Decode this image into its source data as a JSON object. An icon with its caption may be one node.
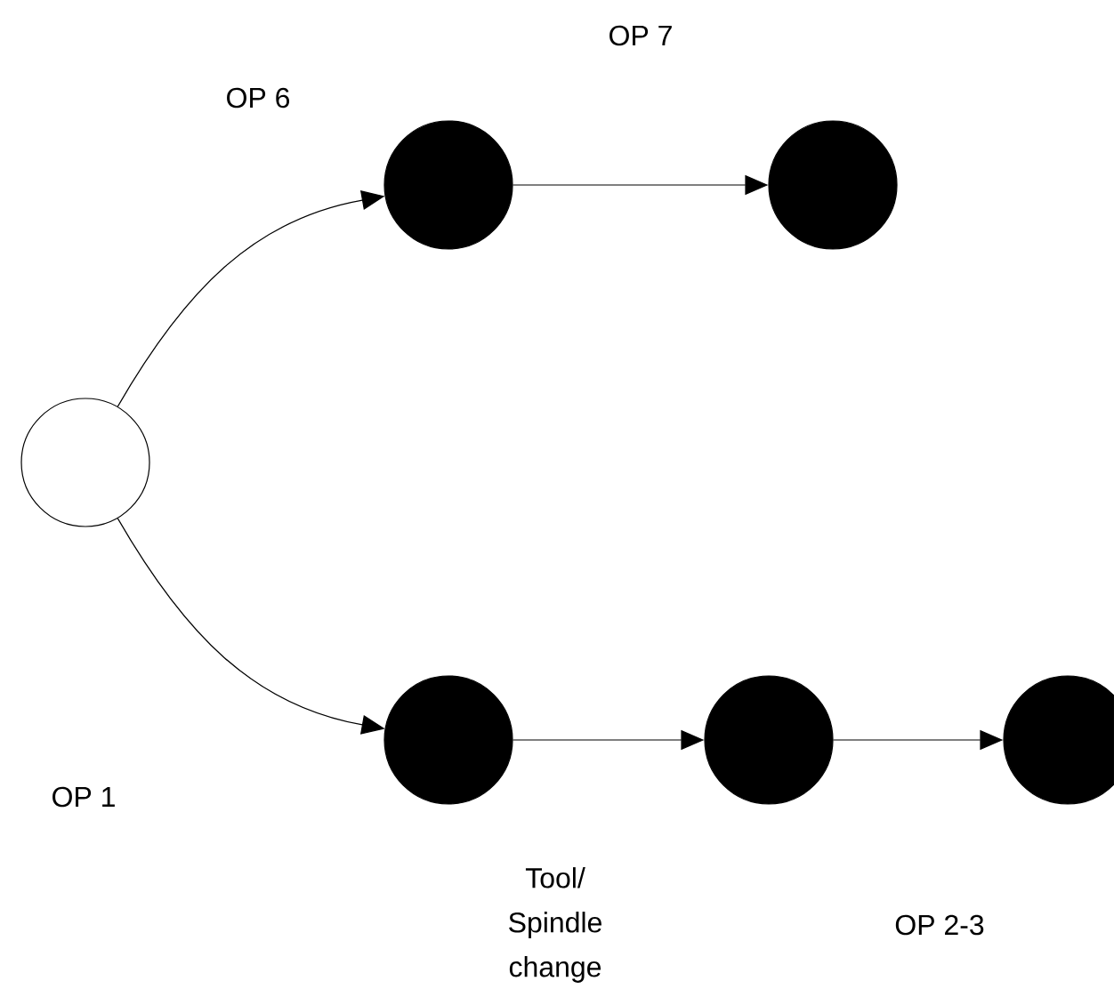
{
  "diagram": {
    "nodes": [
      {
        "text": [],
        "shape": "circle"
      },
      {
        "text": [],
        "shape": "circle"
      },
      {
        "text": [],
        "shape": "circle"
      },
      {
        "text": [],
        "shape": "circle"
      },
      {
        "text": [],
        "shape": "circle"
      },
      {
        "text": [],
        "shape": "circle"
      }
    ],
    "edges": [
      {
        "from": 0,
        "to": 1,
        "arrow": "to"
      },
      {
        "from": 1,
        "to": 2,
        "arrow": "to"
      },
      {
        "from": 0,
        "to": 3,
        "arrow": "to"
      },
      {
        "from": 3,
        "to": 4,
        "arrow": "to"
      },
      {
        "from": 4,
        "to": 5,
        "arrow": "to"
      }
    ],
    "labels": [
      "OP 7",
      "OP 6",
      "OP 1",
      "Tool/ Spindle change",
      "OP 2-3"
    ]
  }
}
